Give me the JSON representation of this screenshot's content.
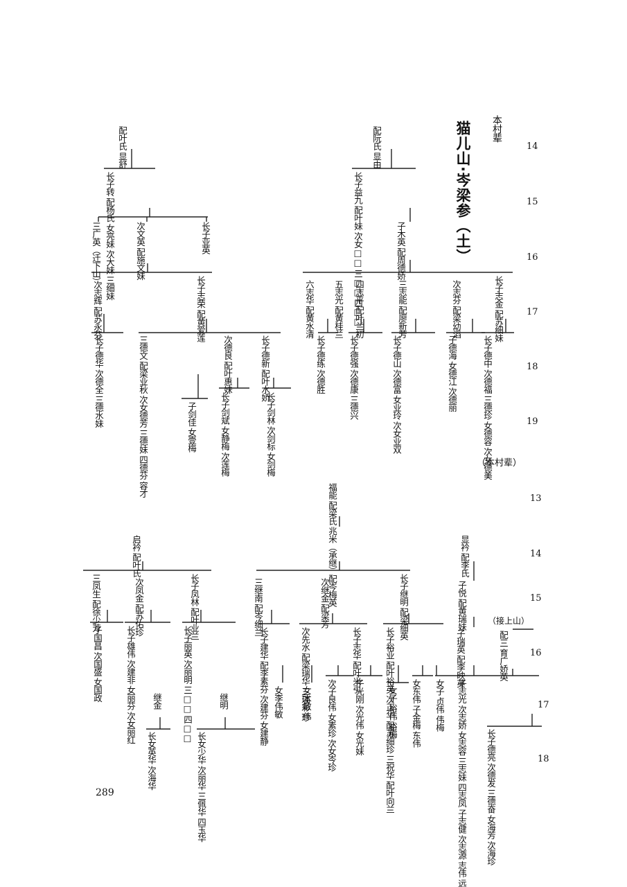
{
  "title": "猫儿山·岑梁参（土）",
  "header_top": "本村辈",
  "header_mid": "（本村辈）",
  "continued_label": "（接上山）",
  "page_number": "289",
  "gen_top": [
    "14",
    "15",
    "16",
    "17",
    "18",
    "19"
  ],
  "gen_bottom": [
    "13",
    "14",
    "15",
    "16",
    "17",
    "18"
  ],
  "nodes": [
    {
      "t": "配叶氏 显舒"
    },
    {
      "t": "长子转 配杨氏 女亮妹 次大妹 三细妹"
    },
    {
      "t": "长子亚英"
    },
    {
      "t": "次文英 配施文妹"
    },
    {
      "t": "三广英（迁下山）"
    },
    {
      "t": "长子志荣 配黄爱莲"
    },
    {
      "t": "次志辉 配苏永芬"
    },
    {
      "t": "三德文 配梁业秋 次女德芳 三德妹 四德芬 容才"
    },
    {
      "t": "长子德华 次德全 三德水妹"
    },
    {
      "t": "次德良 配叶惠妹"
    },
    {
      "t": "长子德新 配叶水娇"
    },
    {
      "t": "子剑佳 女壹梅"
    },
    {
      "t": "长子剑斌 女静梅 次莲梅"
    },
    {
      "t": "长子剑林 次剑标 女剑梅"
    },
    {
      "t": "配阮氏 显由"
    },
    {
      "t": "长子益九 配叶妹 次女□□ 三□□ 四□□"
    },
    {
      "t": "子木英 配周德娇"
    },
    {
      "t": "长子志金 配苏细妹"
    },
    {
      "t": "次志芬 配梁幼滔"
    },
    {
      "t": "三志能 配廖新芳"
    },
    {
      "t": "四志平 配叶兰初"
    },
    {
      "t": "五志光 配黄桂兰"
    },
    {
      "t": "六志华 配黄水清"
    },
    {
      "t": "长子德中 次德福 三德珍 女德容 次女德美"
    },
    {
      "t": "子德海 女德江 次德丽"
    },
    {
      "t": "长子德山 次德富 女业玲 次女业双"
    },
    {
      "t": "长子德强 次德康 三德兴"
    },
    {
      "t": "长子德练 次德胜"
    },
    {
      "t": "福能 配梁氏"
    },
    {
      "t": "兆米（承继）配岑梅英"
    },
    {
      "t": "启衿 配叶氏"
    },
    {
      "t": "长子凤林 配叶业兰"
    },
    {
      "t": "次凤金 配苏佑珍"
    },
    {
      "t": "三凤生 配徐少芳"
    },
    {
      "t": "长子雄伟 次建非 女丽芬 次女丽红"
    },
    {
      "t": "子国昌 次国盛 女国政"
    },
    {
      "t": "长子丽英 次丽明 三□□ 四□□"
    },
    {
      "t": "长子继明 配梁细英"
    },
    {
      "t": "次继金 配梁芳"
    },
    {
      "t": "三继南 配岑细兰"
    },
    {
      "t": "长子建华 配李素芬 次建芬 女建静"
    },
    {
      "t": "女李伟敏"
    },
    {
      "t": "次先水 配梁瑞华 三瑞彩 珍"
    },
    {
      "t": "女木敏 伟"
    },
    {
      "t": "长子志华 配叶米引"
    },
    {
      "t": "次子良伟 女素珍 次女岑珍"
    },
    {
      "t": "子光刚 次光伟 女光妹"
    },
    {
      "t": "长子裕业 配叶裕英 次正华 配苏细珍 三祝华 配叶向兰"
    },
    {
      "t": "女子 裕伟 裕梅"
    },
    {
      "t": "女东伟 子金梅 东伟"
    },
    {
      "t": "女子 贞伟 伟梅"
    },
    {
      "t": "显衿 配李氏"
    },
    {
      "t": "子悦 配黄瑞妹"
    },
    {
      "t": "子瑞英 配李映英"
    },
    {
      "t": "子志光 次志娇 女志容 三志妹 四志凤 子志健 次志源 志伟 远"
    },
    {
      "t": "配三 育广娇英"
    },
    {
      "t": "长子德亮 次德发 三德奋 女海芳 次海珍"
    },
    {
      "t": "继金"
    },
    {
      "t": "长女英华 次海华"
    },
    {
      "t": "继明"
    },
    {
      "t": "长女少华 次丽华 三佩华 四玉华"
    }
  ]
}
